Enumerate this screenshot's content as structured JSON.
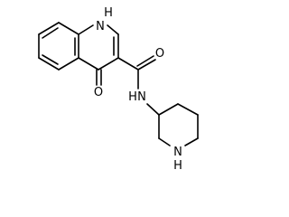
{
  "molecule": {
    "atoms": {
      "ring_nh": "H",
      "ring_n": "N",
      "keto_o": "O",
      "amide_o": "O",
      "amide_n": "N",
      "amide_h": "H",
      "piperidine_n": "N",
      "piperidine_h": "H"
    }
  }
}
